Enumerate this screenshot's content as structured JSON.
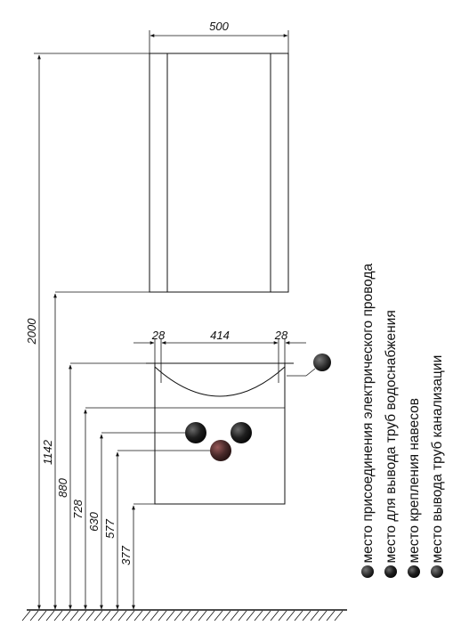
{
  "dimensions": {
    "cabinet_width": "500",
    "total_height": "2000",
    "top_mount_height": "1142",
    "h_880": "880",
    "h_728": "728",
    "h_630": "630",
    "h_577": "577",
    "h_377": "377",
    "sink_left_offset": "28",
    "sink_inner_width": "414",
    "sink_right_offset": "28"
  },
  "legend": [
    {
      "marker": "electrical-connection",
      "color": "#333333",
      "text": "- место присоединения электрического провода"
    },
    {
      "marker": "water-supply",
      "color": "#1a1a1a",
      "text": "- место для вывода труб водоснабжения"
    },
    {
      "marker": "mounting-point",
      "color": "#222222",
      "text": "- место крепления навесов"
    },
    {
      "marker": "drainage",
      "color": "#444444",
      "text": "- место вывода труб канализации"
    }
  ]
}
